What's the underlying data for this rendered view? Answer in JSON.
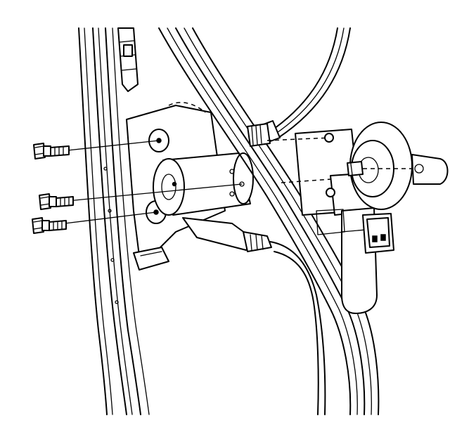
{
  "diagram": {
    "kind": "line-art exploded view",
    "components": [
      {
        "name": "door-frame-rail",
        "icon": "rail-lines"
      },
      {
        "name": "window-regulator-cables",
        "icon": "cable-bundle"
      },
      {
        "name": "regulator-drum-housing",
        "icon": "cylinder"
      },
      {
        "name": "regulator-motor",
        "icon": "motor"
      },
      {
        "name": "electrical-connector",
        "icon": "connector"
      },
      {
        "name": "mounting-bolts",
        "count": 3,
        "icon": "bolt"
      }
    ],
    "colors": {
      "ink": "#000000",
      "paper": "#ffffff"
    }
  }
}
